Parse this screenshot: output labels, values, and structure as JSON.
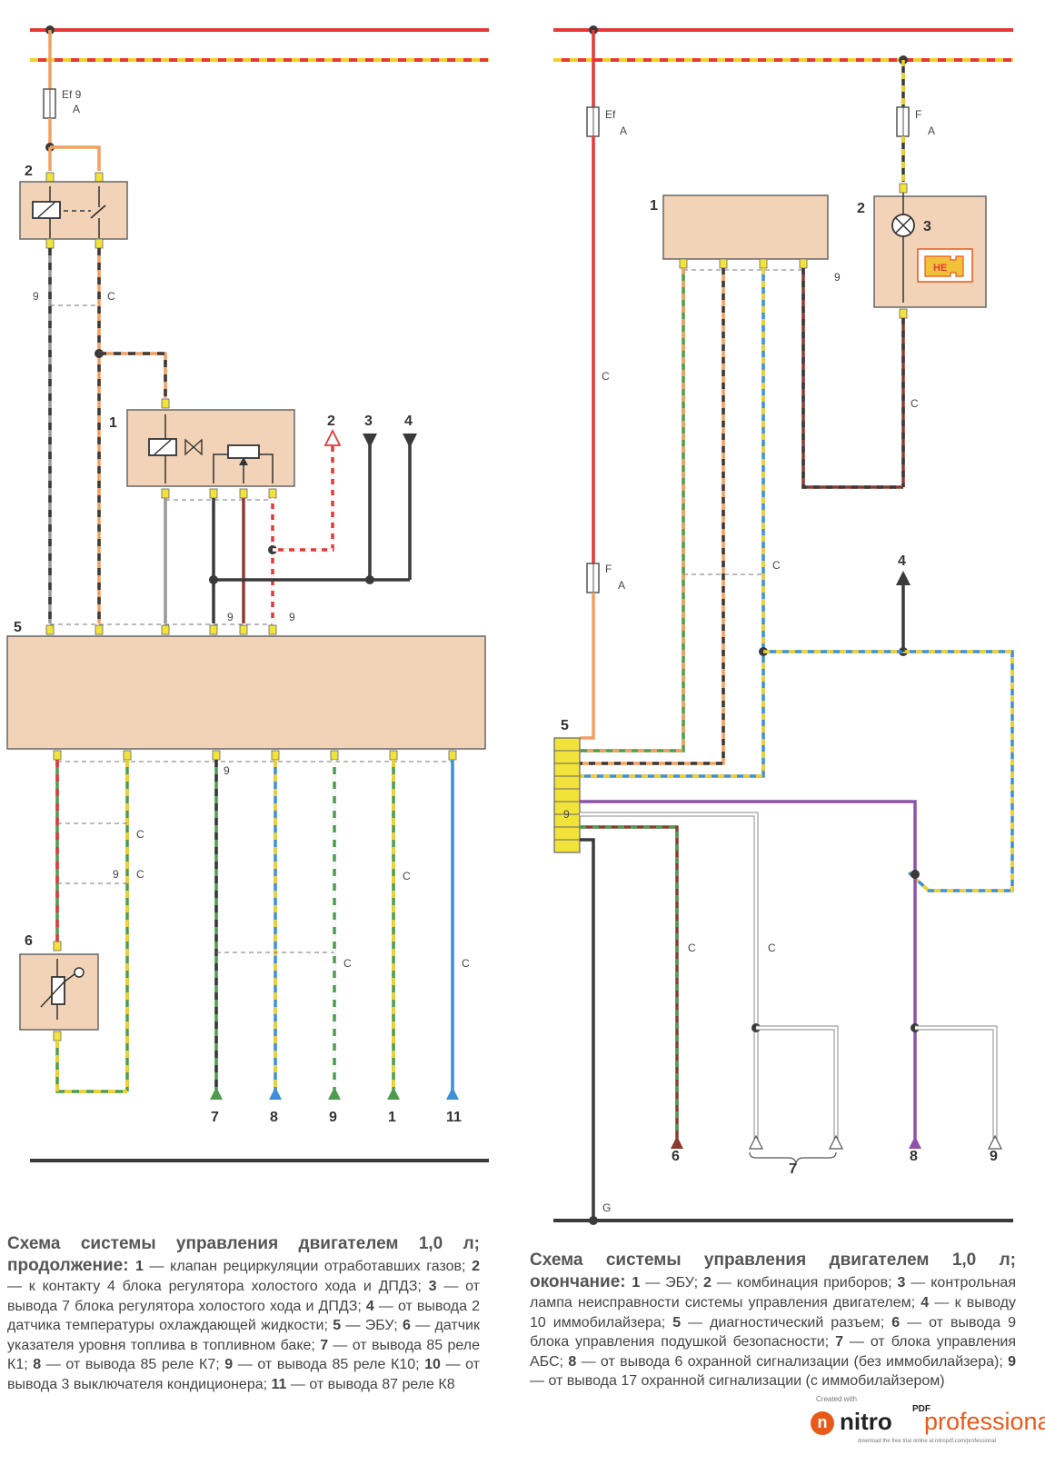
{
  "left_diagram": {
    "labels": {
      "fuse_name": "Ef 9",
      "fuse_rating": "A",
      "relay_num": "2",
      "valve_num": "1",
      "ecu_num": "5",
      "sensor_num": "6",
      "out_2": "2",
      "out_3": "3",
      "out_4": "4",
      "wire_9": "9",
      "wire_c": "C",
      "bottom": [
        "7",
        "8",
        "9",
        "1",
        "11"
      ]
    }
  },
  "right_diagram": {
    "labels": {
      "fuse_ef": "Ef",
      "fuse_ef_rating": "A",
      "fuse_f": "F",
      "fuse_f_rating": "A",
      "fuse_f2": "F",
      "fuse_f2_rating": "A",
      "ecu_num": "1",
      "cluster_num": "2",
      "lamp_num": "3",
      "lamp_text": "HE",
      "out_4": "4",
      "diag_num": "5",
      "diag_pin": "9",
      "wire_9": "9",
      "wire_c": "C",
      "ground": "G",
      "bottom": [
        "6",
        "7",
        "8",
        "9"
      ]
    }
  },
  "caption_left": {
    "title": "Схема системы управления двигателем 1,0 л; продолжение:",
    "items": [
      {
        "n": "1",
        "t": "клапан рециркуляции отработавших газов;"
      },
      {
        "n": "2",
        "t": "к контакту 4 блока регулятора холостого хода и ДПДЗ;"
      },
      {
        "n": "3",
        "t": "от вывода 7 блока регулятора холостого хода и ДПДЗ;"
      },
      {
        "n": "4",
        "t": "от вывода 2 датчика температуры охлаждающей жидкости;"
      },
      {
        "n": "5",
        "t": "ЭБУ;"
      },
      {
        "n": "6",
        "t": "датчик указателя уровня топлива в топливном баке;"
      },
      {
        "n": "7",
        "t": "от вывода 85 реле К1;"
      },
      {
        "n": "8",
        "t": "от вывода 85 реле К7;"
      },
      {
        "n": "9",
        "t": "от вывода 85 реле К10;"
      },
      {
        "n": "10",
        "t": "от вывода 3 выключателя кондиционера;"
      },
      {
        "n": "11",
        "t": "от вывода 87 реле К8"
      }
    ]
  },
  "caption_right": {
    "title": "Схема системы управления двигателем 1,0 л; окончание:",
    "items": [
      {
        "n": "1",
        "t": "ЭБУ;"
      },
      {
        "n": "2",
        "t": "комбинация приборов;"
      },
      {
        "n": "3",
        "t": "контрольная лампа неисправности системы управления двигателем;"
      },
      {
        "n": "4",
        "t": "к выводу 10 иммобилайзера;"
      },
      {
        "n": "5",
        "t": "диагностический разъем;"
      },
      {
        "n": "6",
        "t": "от вывода 9 блока управления подушкой безопасности;"
      },
      {
        "n": "7",
        "t": "от блока управления АБС;"
      },
      {
        "n": "8",
        "t": "от вывода 6 охранной сигнализации (без иммобилайзера);"
      },
      {
        "n": "9",
        "t": "от вывода 17 охранной сигнализации (с иммобилайзером)"
      }
    ]
  },
  "brand": {
    "created_with": "Created with",
    "logo_letter": "n",
    "name": "nitro",
    "superscript": "PDF",
    "product": "professional",
    "download": "download the free trial online at nitropdf.com/professional"
  },
  "colors": {
    "component_fill": "#f3d3b8",
    "component_stroke": "#666666",
    "red": "#e53838",
    "orange": "#f0a060",
    "yellow": "#f2d12b",
    "gray": "#999999",
    "black": "#3a3a3a",
    "green": "#4f9c4f",
    "blue": "#3d8fd6",
    "brown": "#8a3b32",
    "purple": "#8e52a8",
    "connector": "#f2e33a"
  }
}
